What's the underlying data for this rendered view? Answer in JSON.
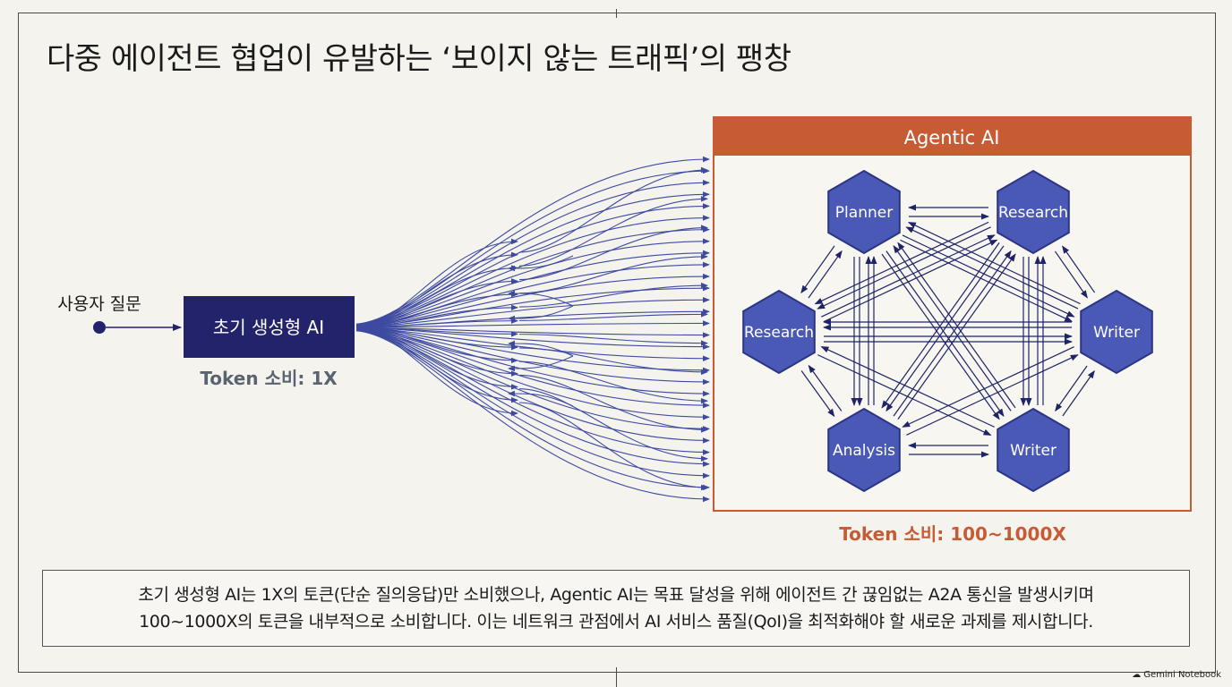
{
  "title": "다중 에이전트 협업이 유발하는 ‘보이지 않는 트래픽’의 팽창",
  "left": {
    "input_label": "사용자 질문",
    "box_label": "초기 생성형 AI",
    "token_label": "Token 소비: 1X"
  },
  "right": {
    "header": "Agentic AI",
    "token_label": "Token 소비: 100~1000X",
    "agents": [
      "Planner",
      "Research",
      "Research",
      "Writer",
      "Analysis",
      "Writer"
    ]
  },
  "summary": {
    "line1": "초기 생성형 AI는 1X의 토큰(단순 질의응답)만 소비했으나, Agentic AI는 목표 달성을 위해 에이전트 간 끊임없는 A2A 통신을 발생시키며",
    "line2": "100~1000X의 토큰을 내부적으로 소비합니다. 이는 네트워크 관점에서 AI 서비스 품질(QoI)을 최적화해야 할 새로운 과제를 제시합니다."
  },
  "watermark": "Gemini Notebook",
  "colors": {
    "navy": "#23236b",
    "flow_blue": "#3e4aa0",
    "hex_fill": "#4a59b5",
    "hex_stroke": "#2b3585",
    "accent_orange": "#c75b33",
    "gray_text": "#5a6470"
  }
}
